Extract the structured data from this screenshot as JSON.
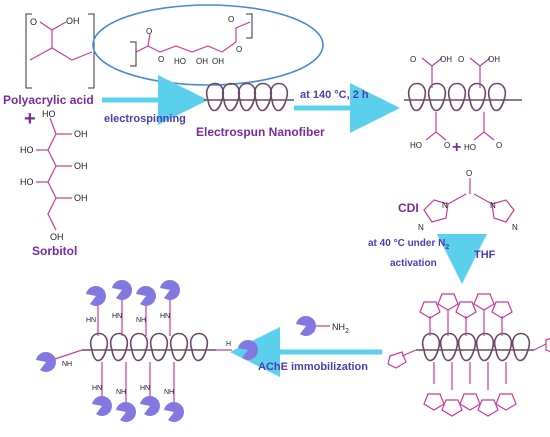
{
  "labels": {
    "polyacrylic_acid": "Polyacrylic acid",
    "sorbitol": "Sorbitol",
    "electrospinning": "electrospinning",
    "electrospun_nanofiber": "Electrospun Nanofiber",
    "at_140": "at 140 °C, 2 h",
    "cdi": "CDI",
    "at_40": "at 40 °C under N",
    "n2_sub": "2",
    "activation": "activation",
    "thf": "THF",
    "ache_immobilization": "AChE immobilization",
    "plus": "+"
  },
  "chem_text": {
    "oh": "OH",
    "ho": "HO",
    "o": "O",
    "n": "N",
    "nh": "NH",
    "hn": "HN",
    "nh2": "NH",
    "nh2_sub": "2",
    "h": "H",
    "ho_plus": "HO"
  },
  "colors": {
    "label_purple": "#7a2aa0",
    "arrow_cyan": "#5ad0ec",
    "enzyme_blue": "#8278e0",
    "bond_magenta": "#c83c9b"
  }
}
